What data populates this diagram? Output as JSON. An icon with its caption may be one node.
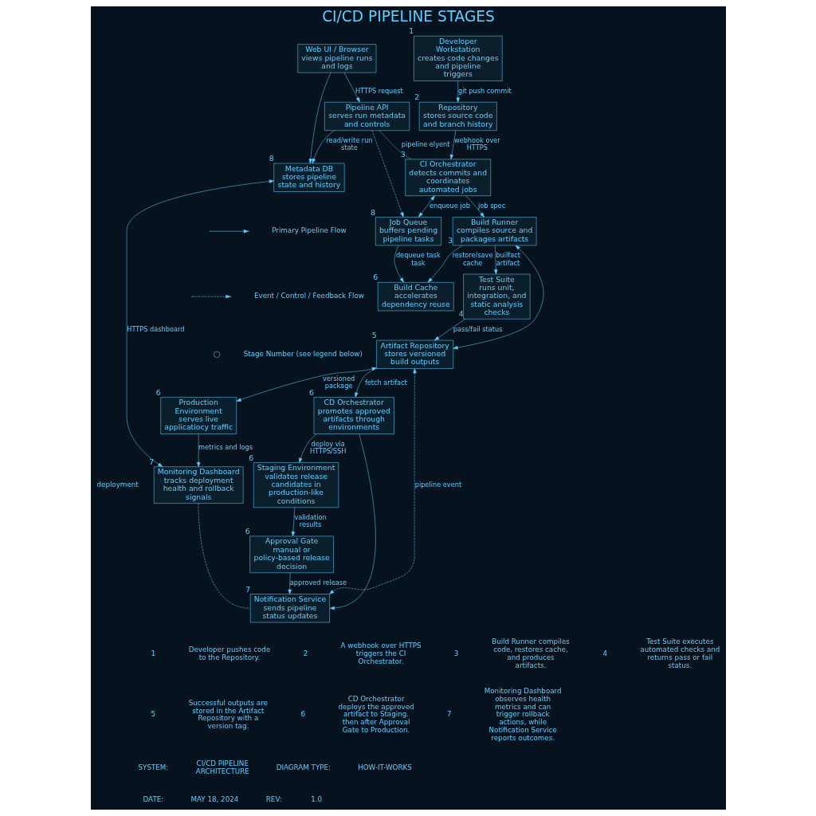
{
  "diagram": {
    "title": "CI/CD PIPELINE STAGES",
    "nodes": [
      {
        "text": [
          "Developer Workstation",
          "creates code changes and pipeline triggers"
        ],
        "beside": [
          "1"
        ]
      },
      {
        "text": [
          "Repository",
          "stores source code and branch history"
        ],
        "beside": [
          "2"
        ]
      },
      {
        "text": [
          "CI Orchestrator",
          "detects commits and coordinates automated jobs"
        ],
        "beside": [
          "3"
        ]
      },
      {
        "text": [
          "Build Runner",
          "compiles source and packages artifacts"
        ],
        "beside": [
          "3"
        ]
      },
      {
        "text": [
          "Test Suite",
          "runs unit, integration, and static analysis checks"
        ],
        "beside": [
          "4"
        ]
      },
      {
        "text": [
          "Artifact Repository",
          "stores versioned build outputs"
        ],
        "beside": [
          "5"
        ]
      },
      {
        "text": [
          "CD Orchestrator",
          "promotes approved artifacts through environments"
        ],
        "beside": [
          "6"
        ]
      },
      {
        "text": [
          "Job Queue",
          "buffers pending pipeline tasks"
        ],
        "beside": [
          "8"
        ]
      },
      {
        "text": [
          "Build Cache",
          "accelerates dependency reuse"
        ],
        "beside": [
          "6"
        ]
      },
      {
        "text": [
          "Web UI / Browser",
          "views pipeline runs and logs"
        ]
      },
      {
        "text": [
          "Pipeline API",
          "serves run metadata and controls"
        ]
      },
      {
        "text": [
          "Metadata DB",
          "stores pipeline state and history"
        ],
        "beside": [
          "8"
        ]
      },
      {
        "text": [
          "Production Environment",
          "serves live applicatiocy traffic"
        ],
        "beside": [
          "6"
        ]
      },
      {
        "text": [
          "Monitoring Dashboard",
          "tracks deployment health and rollback signals"
        ],
        "beside": [
          "7"
        ]
      },
      {
        "text": [
          "Staging Environment",
          "validates release candidates in production-like conditions"
        ],
        "beside": [
          "6"
        ]
      },
      {
        "text": [
          "Approval Gate",
          "manual or policy-based release decision"
        ],
        "beside": [
          "6"
        ]
      },
      {
        "text": [
          "Notification Service",
          "sends pipeline status updates"
        ],
        "beside": [
          "7"
        ]
      }
    ],
    "edges": [
      {
        "from": 0,
        "to": 1,
        "arrow": "to",
        "label": "git push commit"
      },
      {
        "from": 1,
        "to": 2,
        "arrow": "to",
        "label": "webhook over HTTPS"
      },
      {
        "from": 2,
        "to": 3,
        "arrow": "to",
        "label": "job spec"
      },
      {
        "from": 3,
        "to": 4,
        "arrow": "to",
        "label": "builfact artifact"
      },
      {
        "from": 4,
        "to": 5,
        "arrow": "to",
        "label": "pass/fail status"
      },
      {
        "from": 5,
        "to": 6,
        "arrow": "to",
        "label": "fetch artifact"
      },
      {
        "from": 2,
        "to": 7,
        "arrow": "both",
        "label": "enqueue job"
      },
      {
        "from": 7,
        "to": 8,
        "arrow": "to",
        "label": "dequeue task task"
      },
      {
        "from": 3,
        "to": 8,
        "arrow": "to",
        "label": "restore/save cache"
      },
      {
        "from": 3,
        "to": 5,
        "arrow": "both"
      },
      {
        "from": 5,
        "to": 12,
        "arrow": "both",
        "label": "versioned package"
      },
      {
        "from": 10,
        "to": 2,
        "arrow": "none",
        "label": "pipeline elyent",
        "style": "dashed"
      },
      {
        "from": 10,
        "to": 7,
        "arrow": "to",
        "style": "dashed"
      },
      {
        "from": 9,
        "to": 10,
        "arrow": "to",
        "label": "HTTPS request"
      },
      {
        "from": 9,
        "to": 11,
        "arrow": "to"
      },
      {
        "from": 10,
        "to": 11,
        "arrow": "to",
        "label": "read/write run state"
      },
      {
        "from": 11,
        "to": 13,
        "arrow": "both",
        "label": "HTTPS dashboard"
      },
      {
        "from": 12,
        "to": 13,
        "arrow": "to",
        "label": "metrics and logs"
      },
      {
        "from": 5,
        "to": 16,
        "arrow": "both",
        "label": "pipeline event",
        "style": "dashed"
      },
      {
        "from": 13,
        "to": 16,
        "arrow": "none",
        "style": "dashed"
      },
      {
        "from": 6,
        "to": 14,
        "arrow": "to",
        "label": "deploy via HTTPS/SSH"
      },
      {
        "from": 14,
        "to": 15,
        "arrow": "to",
        "label": "validation results"
      },
      {
        "from": 15,
        "to": 16,
        "arrow": "to",
        "label": "approved release"
      },
      {
        "from": 6,
        "to": 16,
        "arrow": "to"
      }
    ],
    "labels": [
      "deployment",
      "1",
      "Developer pushes code to the Repository.",
      "2",
      "A webhook over HTTPS triggers the CI Orchestrator.",
      "3",
      "Build Runner compiles code, restores cache, and produces artifacts.",
      "4",
      "Test Suite executes automated checks and returns pass or fail status.",
      "5",
      "Successful outputs are stored in the Artifact Repository with a version tag.",
      "6",
      "CD Orchestrator deploys the approved artifact to Staging. then after Approval Gate to Production.",
      "7",
      "Monitoring Dashboard observes health metrics and can trigger rollback actions, while Notification Service reports outcomes.",
      "SYSTEM:",
      "CI/CD PIPELINE ARCHITECTURE",
      "DIAGRAM TYPE:",
      "HOW-IT-WORKS",
      "DATE:",
      "MAY 18, 2024",
      "REV:",
      "1.0"
    ],
    "legend": [
      {
        "text": "Primary Pipeline Flow"
      },
      {
        "text": "Event / Control / Feedback Flow"
      },
      {
        "text": "Stage Number (see legend below)"
      }
    ]
  }
}
